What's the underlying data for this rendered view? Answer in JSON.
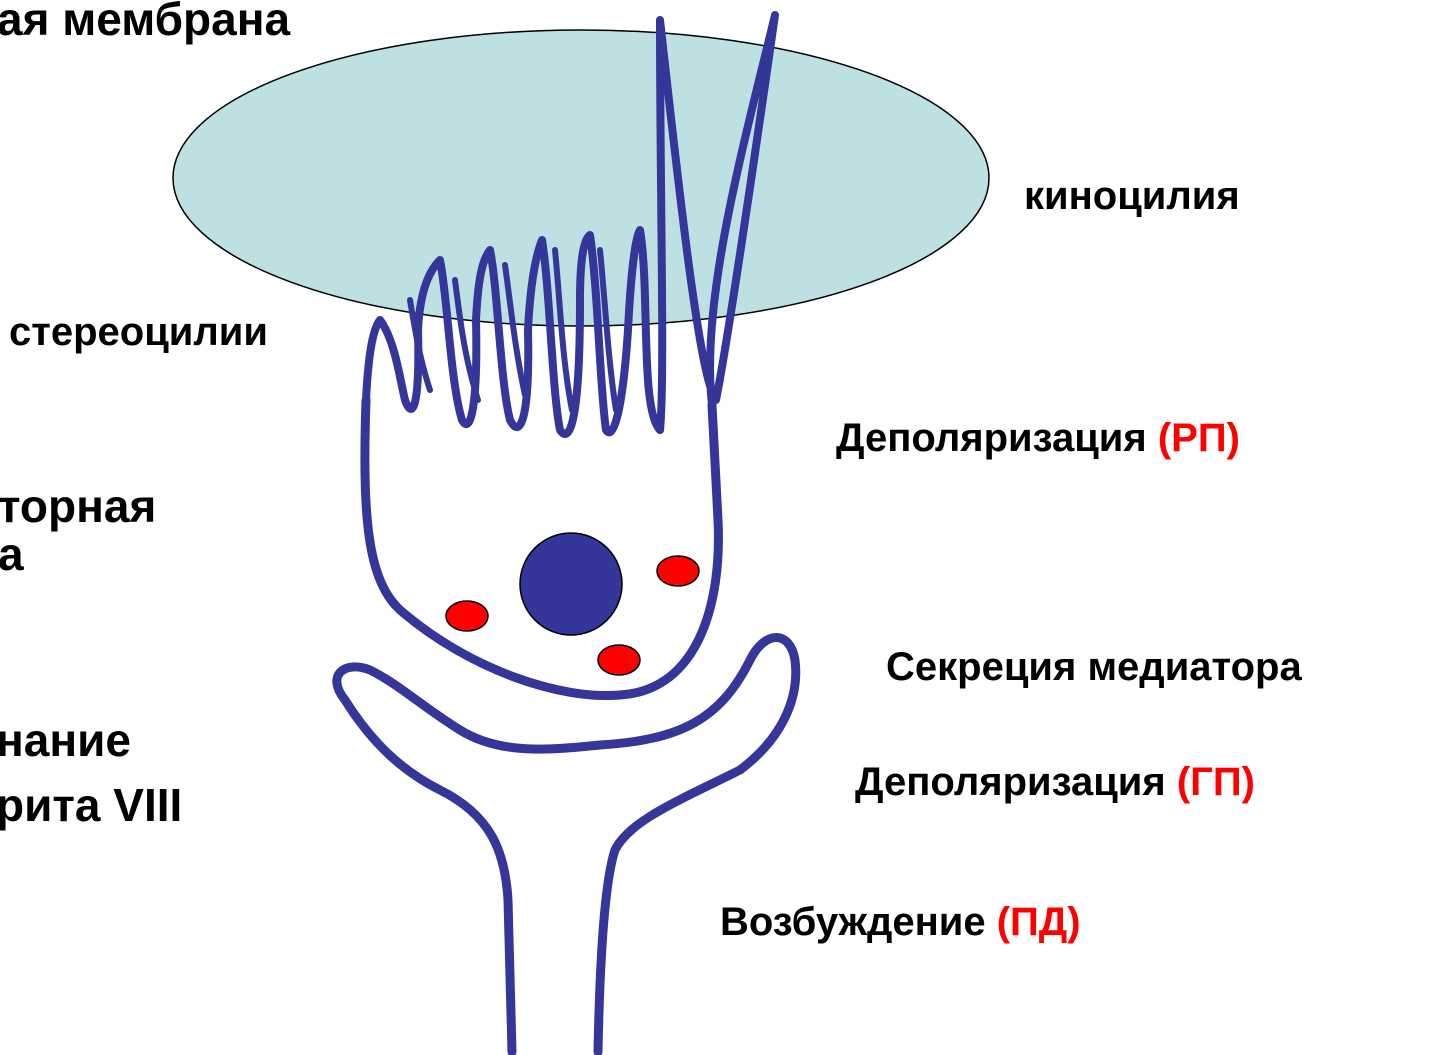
{
  "labels": {
    "membrane": "ая мембрана",
    "kinocilium": "киноцилия",
    "stereocilia": "стереоцилии",
    "receptor_line1": "торная",
    "receptor_line2": "а",
    "ending_line1": "нание",
    "ending_line2": "рита VIII",
    "depol_rp": "Деполяризация ",
    "depol_rp_tag": "(РП)",
    "secretion": "Секреция медиатора",
    "depol_gp": "Деполяризация ",
    "depol_gp_tag": "(ГП)",
    "excitation": "Возбуждение ",
    "excitation_tag": "(ПД)"
  },
  "colors": {
    "membrane_fill": "#bde0e3",
    "cell_outline": "#35369a",
    "nucleus": "#35369a",
    "vesicle": "#ff0000",
    "accent_text": "#ff0000"
  }
}
